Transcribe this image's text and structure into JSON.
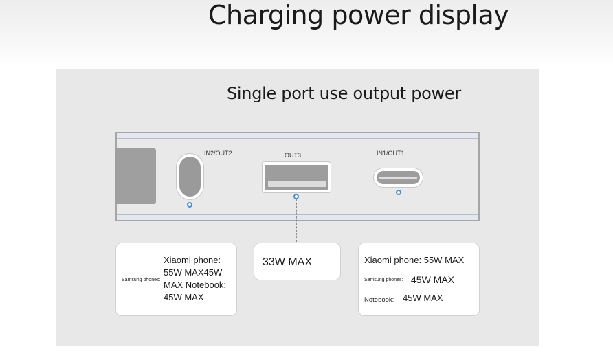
{
  "title": "Charging power display",
  "subtitle": "Single port use output power",
  "ports": {
    "left": {
      "label": "IN2/OUT2"
    },
    "middle": {
      "label": "OUT3"
    },
    "right": {
      "label": "IN1/OUT1"
    }
  },
  "cards": {
    "left": {
      "samsung_label": "Samsung phones:",
      "lines": [
        "Xiaomi phone:",
        "55W MAX45W",
        "MAX Notebook:",
        "45W MAX"
      ]
    },
    "middle": {
      "value": "33W MAX"
    },
    "right": {
      "xiaomi": "Xiaomi phone: 55W MAX",
      "samsung_label": "Samsung phones:",
      "samsung_value": "45W MAX",
      "notebook_label": "Notebook:",
      "notebook_value": "45W MAX"
    }
  },
  "colors": {
    "accent": "#4a8fd1",
    "panel": "#e8e8e8",
    "port": "#9d9d9d"
  }
}
